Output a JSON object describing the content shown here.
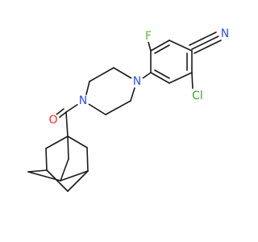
{
  "molecule": {
    "atoms": [
      {
        "id": "N_nitrile",
        "label": "N",
        "color": "#3050F8"
      },
      {
        "id": "F",
        "label": "F",
        "color": "#5BBF3A"
      },
      {
        "id": "Cl",
        "label": "Cl",
        "color": "#3DA62E"
      },
      {
        "id": "N_pip1",
        "label": "N",
        "color": "#3050F8"
      },
      {
        "id": "N_pip2",
        "label": "N",
        "color": "#3050F8"
      },
      {
        "id": "O",
        "label": "O",
        "color": "#FF2A1A"
      }
    ],
    "bond_color": "#1a1a1a"
  }
}
